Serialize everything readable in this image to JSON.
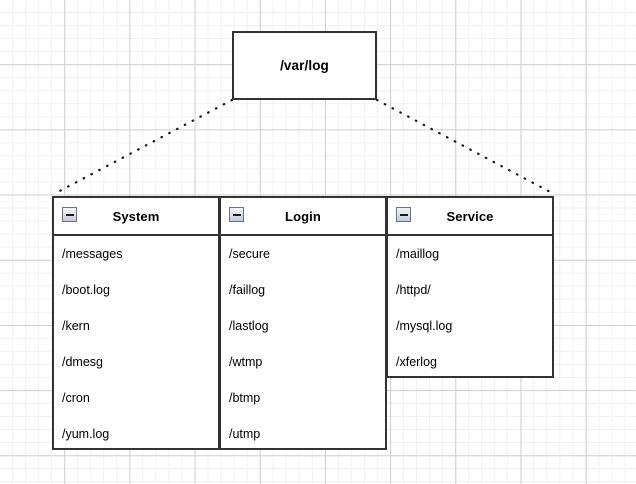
{
  "diagram": {
    "root": {
      "label": "/var/log"
    },
    "columns": [
      {
        "id": "system",
        "header": "System",
        "collapse_icon": "minus-box-icon",
        "entries": [
          "/messages",
          "/boot.log",
          "/kern",
          "/dmesg",
          "/cron",
          "/yum.log"
        ]
      },
      {
        "id": "login",
        "header": "Login",
        "collapse_icon": "minus-box-icon",
        "entries": [
          "/secure",
          "/faillog",
          "/lastlog",
          "/wtmp",
          "/btmp",
          "/utmp"
        ]
      },
      {
        "id": "service",
        "header": "Service",
        "collapse_icon": "minus-box-icon",
        "entries": [
          "/maillog",
          "/httpd/",
          "/mysql.log",
          "/xferlog"
        ]
      }
    ],
    "connectors": [
      {
        "id": "root-to-system",
        "style": "dotted"
      },
      {
        "id": "root-to-service",
        "style": "dotted"
      }
    ]
  },
  "colors": {
    "border": "#333333",
    "text": "#000000",
    "canvas": "#ffffff",
    "grid_minor": "#f0f0f0",
    "grid_major": "#cfcfcf",
    "connector": "#1b1b1b",
    "collapse_box_border": "#6b7280"
  }
}
